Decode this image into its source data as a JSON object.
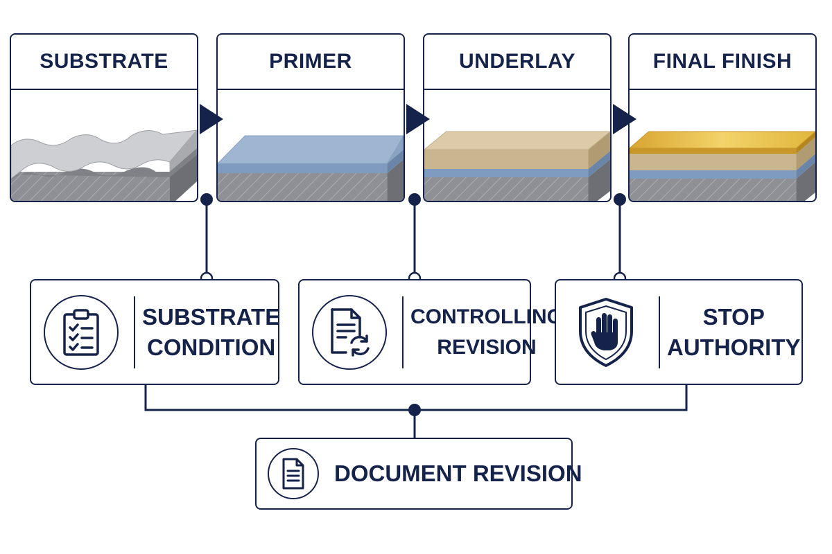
{
  "stages": [
    {
      "title": "SUBSTRATE"
    },
    {
      "title": "PRIMER"
    },
    {
      "title": "UNDERLAY"
    },
    {
      "title": "FINAL FINISH"
    }
  ],
  "concepts": [
    {
      "line1": "SUBSTRATE",
      "line2": "CONDITION",
      "icon": "clipboard-checklist-icon"
    },
    {
      "line1": "CONTROLLING",
      "line2": "REVISION",
      "icon": "document-refresh-icon"
    },
    {
      "line1": "STOP",
      "line2": "AUTHORITY",
      "icon": "shield-hand-icon"
    }
  ],
  "document": {
    "label": "DOCUMENT REVISION",
    "icon": "document-icon"
  },
  "colors": {
    "navy": "#15234a",
    "substrate_grey": "#9a9ca0",
    "primer_blue": "#9fb6d2",
    "underlay_sand": "#d8c6a2",
    "finish_gold": "#e0b63c"
  }
}
